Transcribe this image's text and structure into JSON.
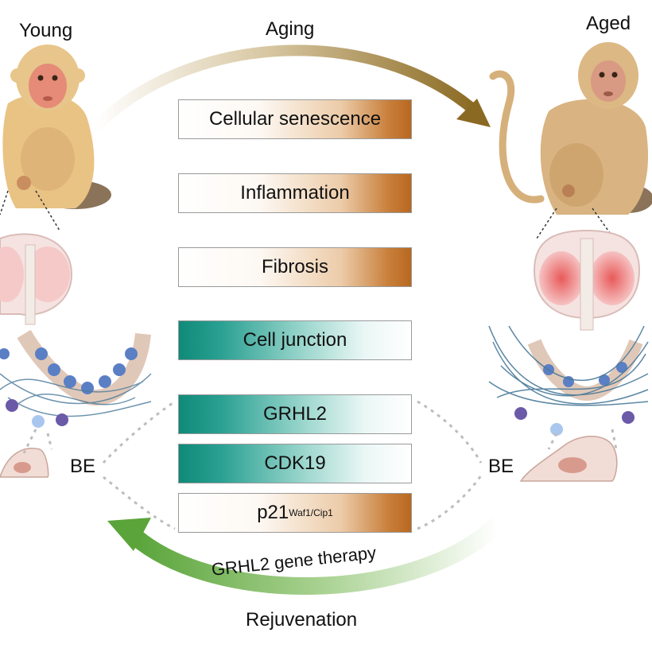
{
  "labels": {
    "young": "Young",
    "aged": "Aged",
    "aging": "Aging",
    "rejuvenation": "Rejuvenation",
    "therapy": "GRHL2 gene therapy",
    "be_left": "BE",
    "be_right": "BE"
  },
  "markers": [
    {
      "label": "Cellular senescence",
      "trend": "up"
    },
    {
      "label": "Inflammation",
      "trend": "up"
    },
    {
      "label": "Fibrosis",
      "trend": "up"
    },
    {
      "label": "Cell junction",
      "trend": "down"
    },
    {
      "label": "GRHL2",
      "trend": "down"
    },
    {
      "label": "CDK19",
      "trend": "down"
    }
  ],
  "p21": {
    "base": "p21",
    "superscript": "Waf1/Cip1",
    "trend": "up"
  },
  "colors": {
    "up": "#b8681f",
    "down": "#0f8a78",
    "aging_arrow": "#8a6a22",
    "therapy_arrow": "#5aa43a",
    "fiber": "#4a7a9a",
    "basal_cell": "#5b7fc4"
  }
}
